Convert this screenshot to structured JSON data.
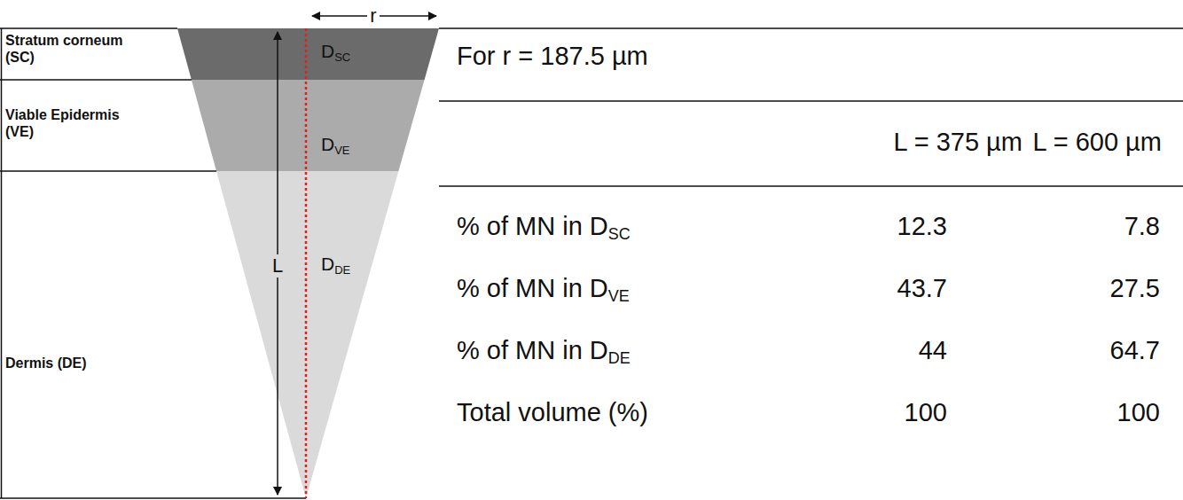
{
  "diagram": {
    "nodes": [
      {
        "text": [
          "Stratum corneum (SC)"
        ]
      },
      {
        "text": [
          "Viable Epidermis (VE)"
        ]
      },
      {
        "text": [
          "Dermis (DE)"
        ]
      }
    ],
    "labels": [
      "r",
      "L",
      "DSC",
      "DVE",
      "DDE",
      "For r = 187.5 µm",
      "L = 375 µm",
      "L = 600 µm",
      "% of MN in DSC",
      "12.3",
      "7.8",
      "% of MN in DVE",
      "43.7",
      "27.5",
      "% of MN in DDE",
      "44",
      "64.7",
      "Total volume (%)",
      "100",
      "100"
    ]
  }
}
